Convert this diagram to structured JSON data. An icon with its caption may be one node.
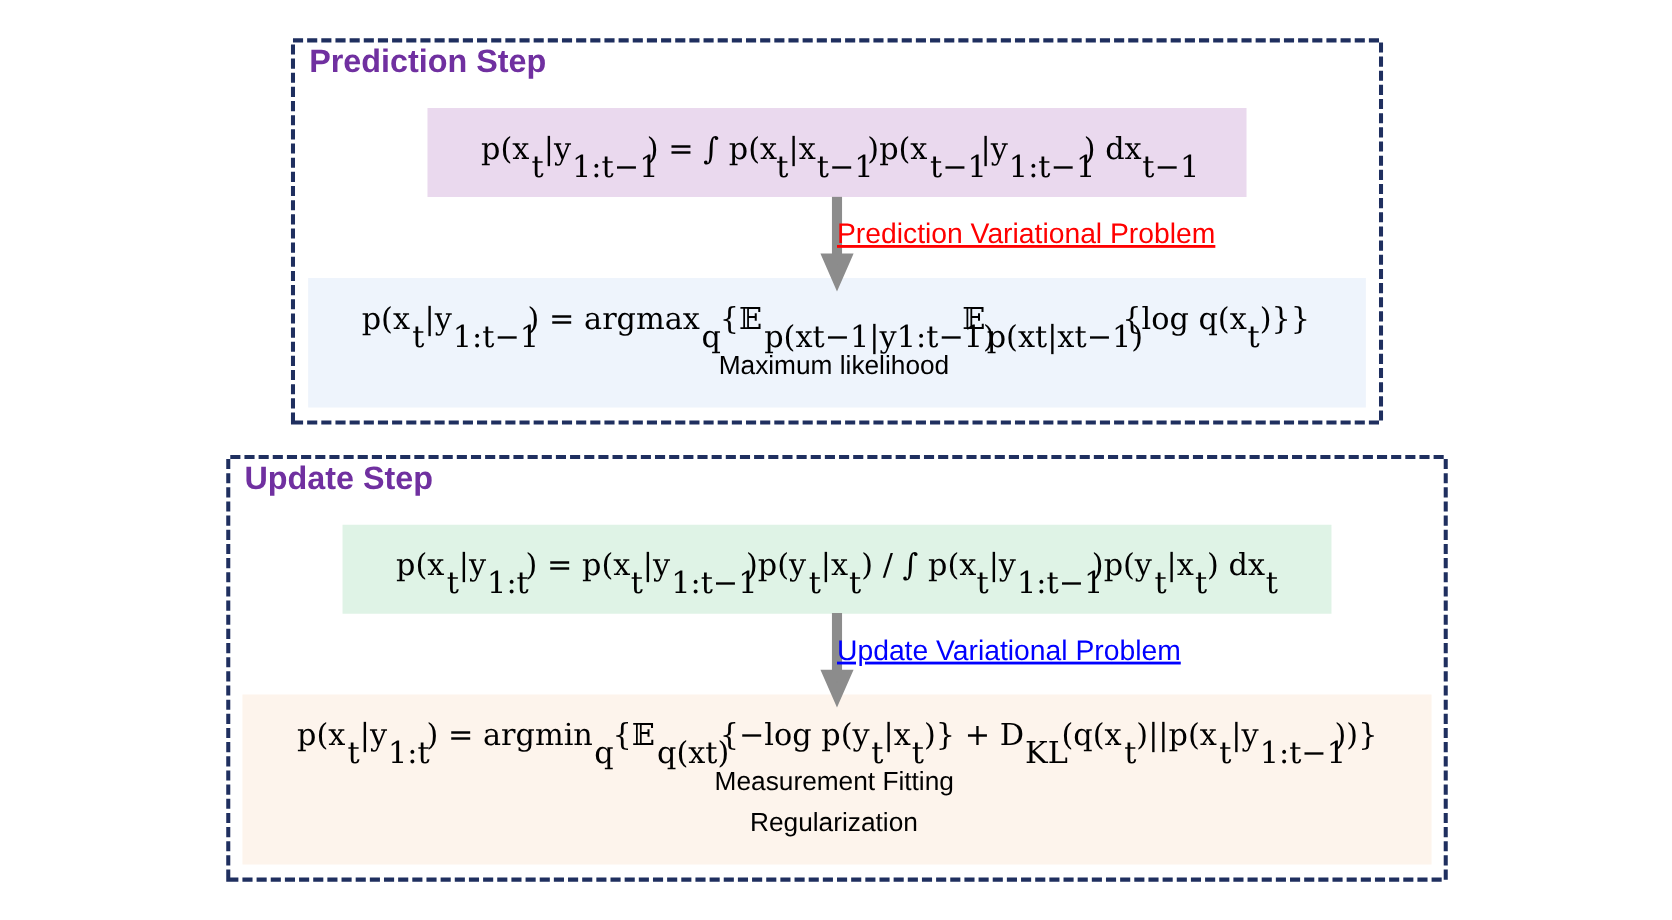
{
  "diagram": {
    "nodes": [
      {
        "text": [
          "Prediction Step"
        ]
      },
      {
        "text": [
          "p(x$_{t}$|y$_{1:t−1}$) = ∫ p(x$_{t}$|x$_{t−1}$)p(x$_{t−1}$|y$_{1:t−1}$) dx$_{t−1}$"
        ],
        "in": 0
      },
      {
        "text": [
          "p(x$_{t}$|y$_{1:t−1}$) = argmax$_{q}${𝔼$_{p(xt−1|y1:t−1)}$𝔼$_{p(xt|xt−1)}${log q(x$_{t}$)}}",
          "Maximum likelihood"
        ],
        "in": 0
      },
      {
        "text": [
          "Update Step"
        ]
      },
      {
        "text": [
          "p(x$_{t}$|y$_{1:t}$) = p(x$_{t}$|y$_{1:t−1}$)p(y$_{t}$|x$_{t}$) / ∫ p(x$_{t}$|y$_{1:t−1}$)p(y$_{t}$|x$_{t}$) dx$_{t}$"
        ],
        "in": 3
      },
      {
        "text": [
          "p(x$_{t}$|y$_{1:t}$) = argmin$_{q}${𝔼$_{q(xt)}${−log p(y$_{t}$|x$_{t}$)} + D$_{KL}$(q(x$_{t}$)||p(x$_{t}$|y$_{1:t−1}$))}",
          "Measurement Fitting",
          "Regularization"
        ],
        "in": 3
      }
    ],
    "edges": [
      {
        "from": 1,
        "to": 2,
        "arrow": "to",
        "label": "Prediction Variational Problem"
      },
      {
        "from": 4,
        "to": 5,
        "arrow": "to",
        "label": "Update Variational Problem"
      }
    ]
  }
}
